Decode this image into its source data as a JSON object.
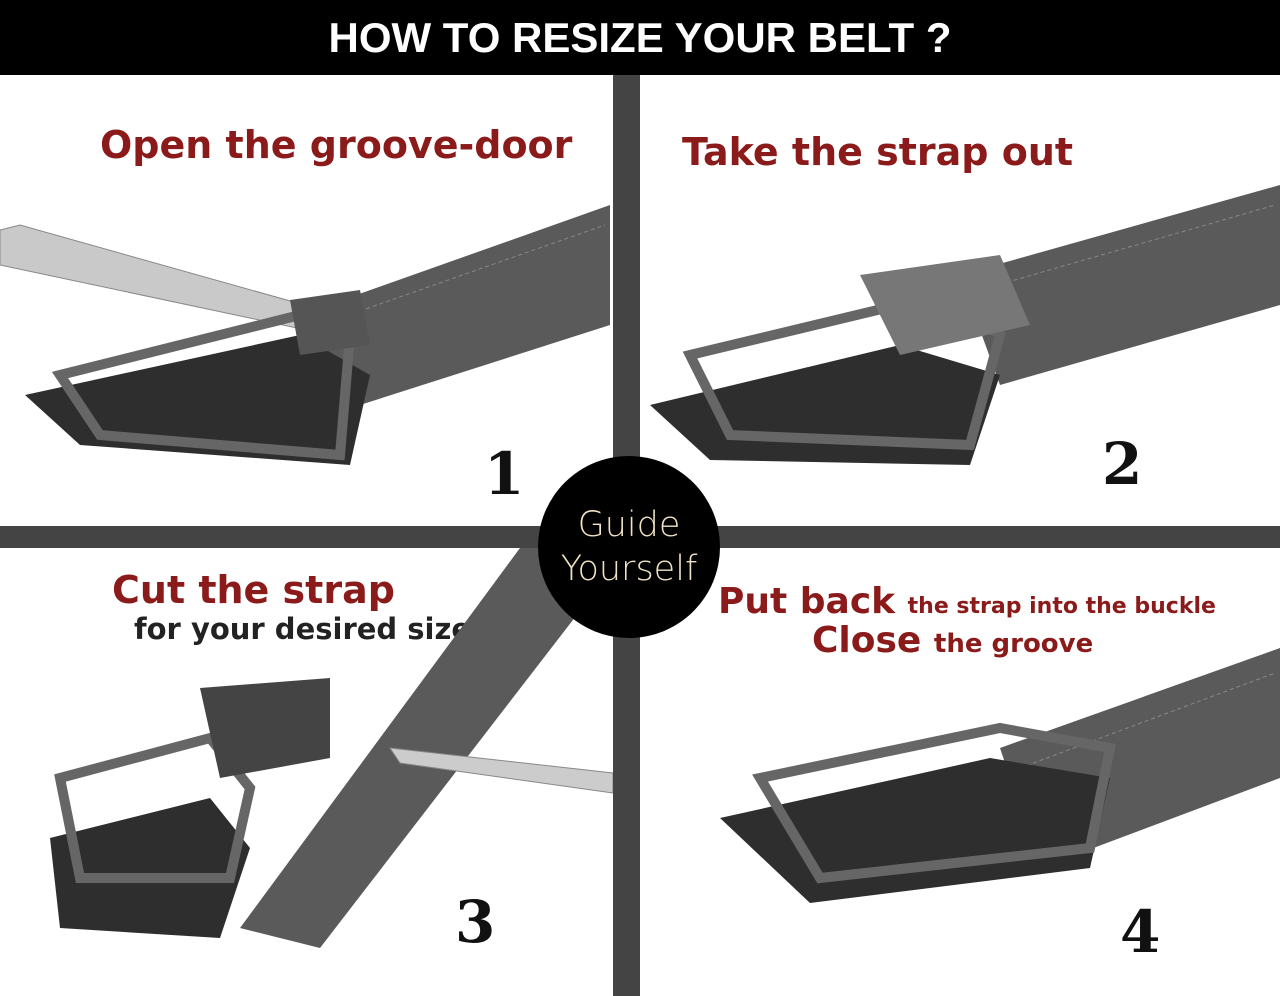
{
  "header": {
    "title": "HOW TO RESIZE YOUR BELT ?"
  },
  "badge": {
    "line1": "Guide",
    "line2": "Yourself"
  },
  "steps": [
    {
      "number": "1",
      "title": "Open the groove-door"
    },
    {
      "number": "2",
      "title": "Take the strap out"
    },
    {
      "number": "3",
      "title": "Cut the strap",
      "subtitle": "for your desired size"
    },
    {
      "number": "4",
      "title_bold_1": "Put back",
      "title_rest_1": "the strap into the buckle",
      "title_bold_2": "Close",
      "title_rest_2": "the groove"
    }
  ],
  "colors": {
    "caption": "#8b1a1a",
    "badge_text": "#efe3c4",
    "divider": "#444444"
  }
}
